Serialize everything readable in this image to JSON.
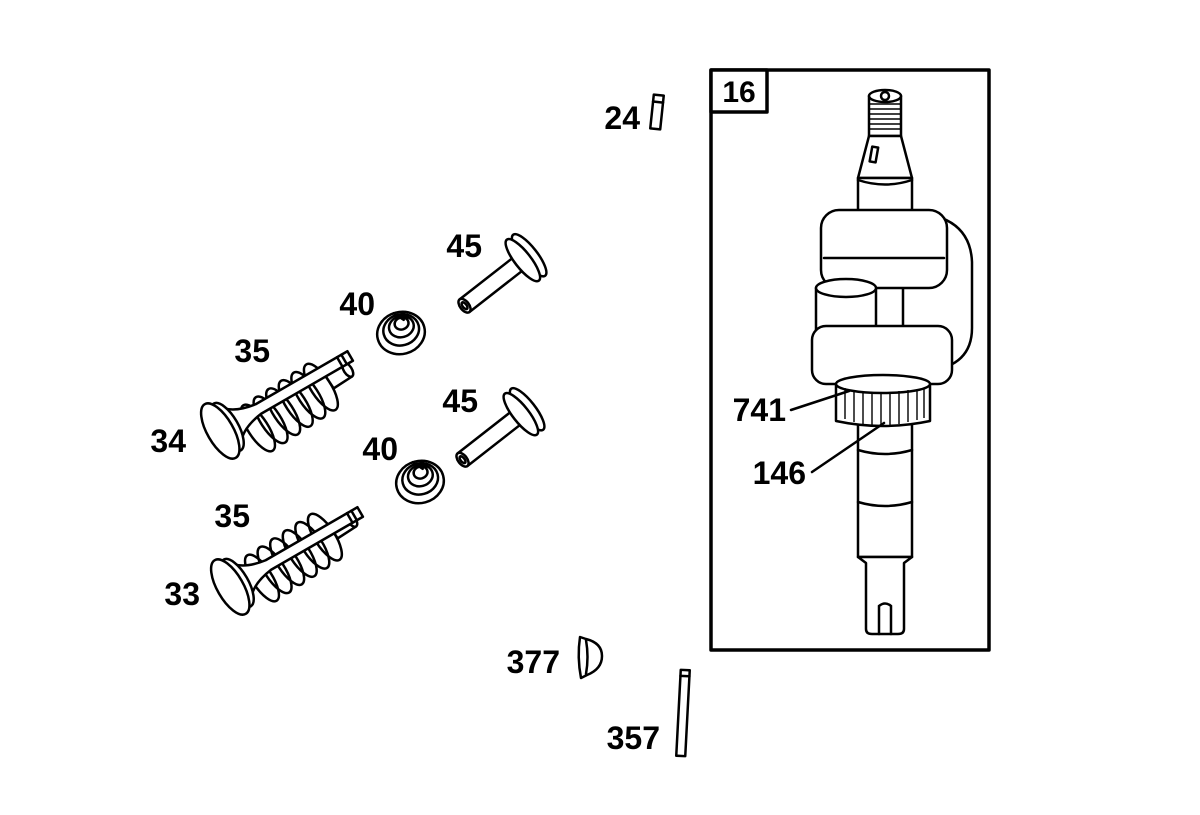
{
  "diagram": {
    "assembly_box": {
      "label": "16"
    },
    "labels": {
      "key24": "24",
      "tappet45a": "45",
      "seal40a": "40",
      "spring35a": "35",
      "valve34": "34",
      "tappet45b": "45",
      "seal40b": "40",
      "spring35b": "35",
      "valve33": "33",
      "key377": "377",
      "pin357": "357",
      "gear741": "741",
      "key146": "146"
    },
    "colors": {
      "line": "#000000",
      "background": "#ffffff"
    }
  }
}
